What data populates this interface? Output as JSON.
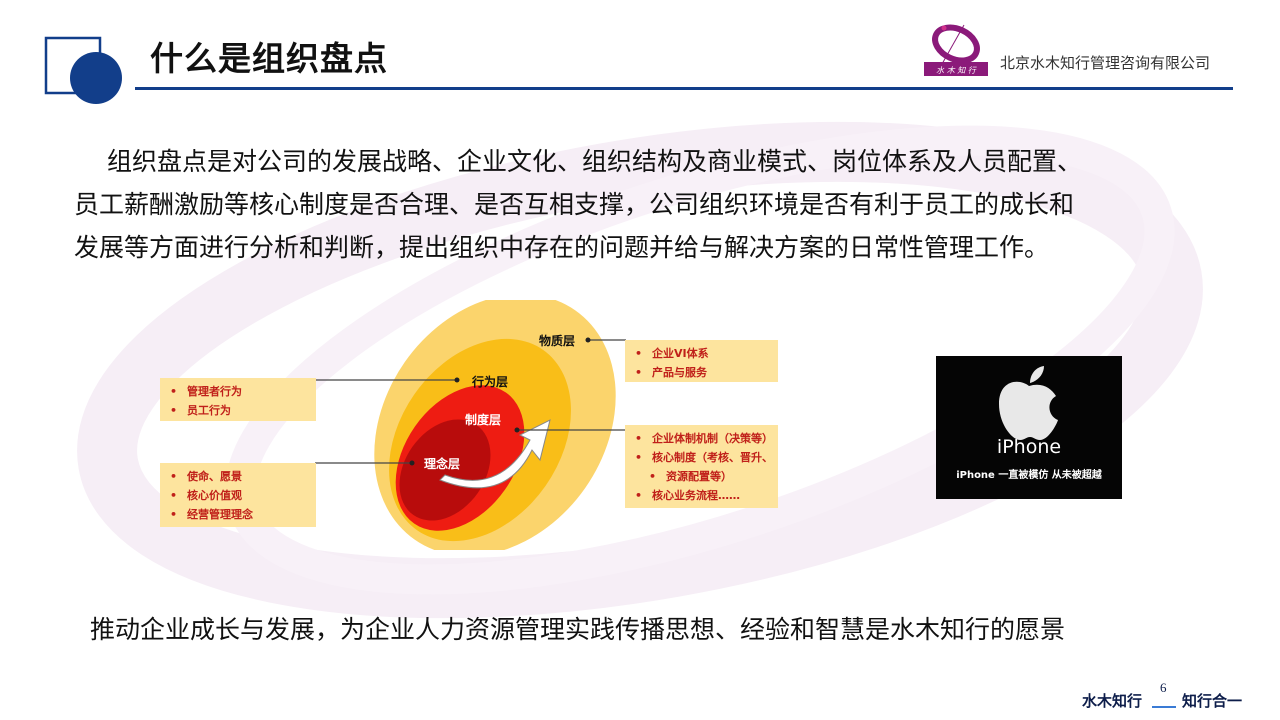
{
  "header": {
    "title": "什么是组织盘点",
    "company": "北京水木知行管理咨询有限公司",
    "logo_text": "水木知行",
    "accent_color": "#123e8a"
  },
  "paragraph": [
    "组织盘点是对公司的发展战略、企业文化、组织结构及商业模式、岗位体系及人员配置、",
    "员工薪酬激励等核心制度是否合理、是否互相支撑，公司组织环境是否有利于员工的成长和",
    "发展等方面进行分析和判断，提出组织中存在的问题并给与解决方案的日常性管理工作。"
  ],
  "diagram": {
    "layers": [
      "物质层",
      "行为层",
      "制度层",
      "理念层"
    ],
    "boxes": {
      "material": [
        "企业VI体系",
        "产品与服务"
      ],
      "behavior": [
        "管理者行为",
        "员工行为"
      ],
      "system": [
        "企业体制机制（决策等）",
        "核心制度（考核、晋升、",
        "资源配置等）",
        "核心业务流程……"
      ],
      "concept": [
        "使命、愿景",
        "核心价值观",
        "经营管理理念"
      ]
    }
  },
  "iphone_image": {
    "title": "iPhone",
    "slogan": "iPhone 一直被模仿 从未被超越"
  },
  "vision": "推动企业成长与发展，为企业人力资源管理实践传播思想、经验和智慧是水木知行的愿景",
  "footer": {
    "left": "水木知行",
    "page": "6",
    "right": "知行合一"
  }
}
